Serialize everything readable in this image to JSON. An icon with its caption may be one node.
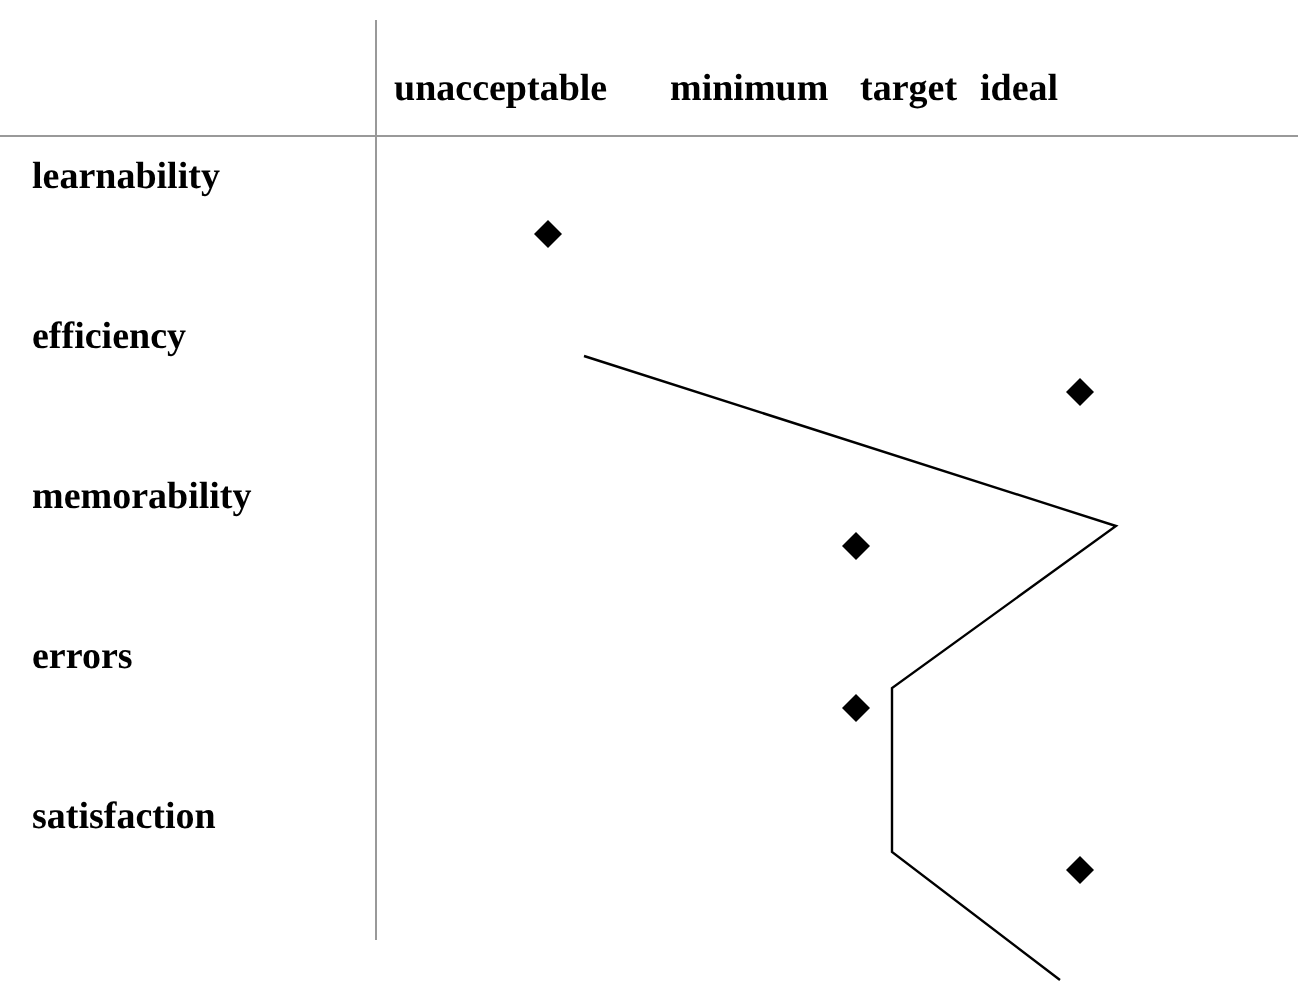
{
  "diagram": {
    "labels": [
      "unacceptable",
      "minimum",
      "target",
      "ideal",
      "learnability",
      "efficiency",
      "memorability",
      "errors",
      "satisfaction"
    ]
  }
}
